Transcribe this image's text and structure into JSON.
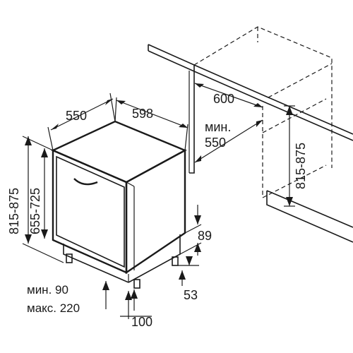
{
  "dimensions": {
    "depth": "550",
    "width": "598",
    "niche_width": "600",
    "niche_depth_prefix": "мин.",
    "niche_depth": "550",
    "niche_height": "815-875",
    "unit_height": "815-875",
    "door_height": "655-725",
    "plinth_height": "89",
    "foot_offset": "53",
    "plinth_depth_min": "мин. 90",
    "plinth_depth_max": "макс. 220",
    "foot_setback": "100"
  },
  "colors": {
    "line": "#1a1a1a",
    "background": "#ffffff"
  }
}
